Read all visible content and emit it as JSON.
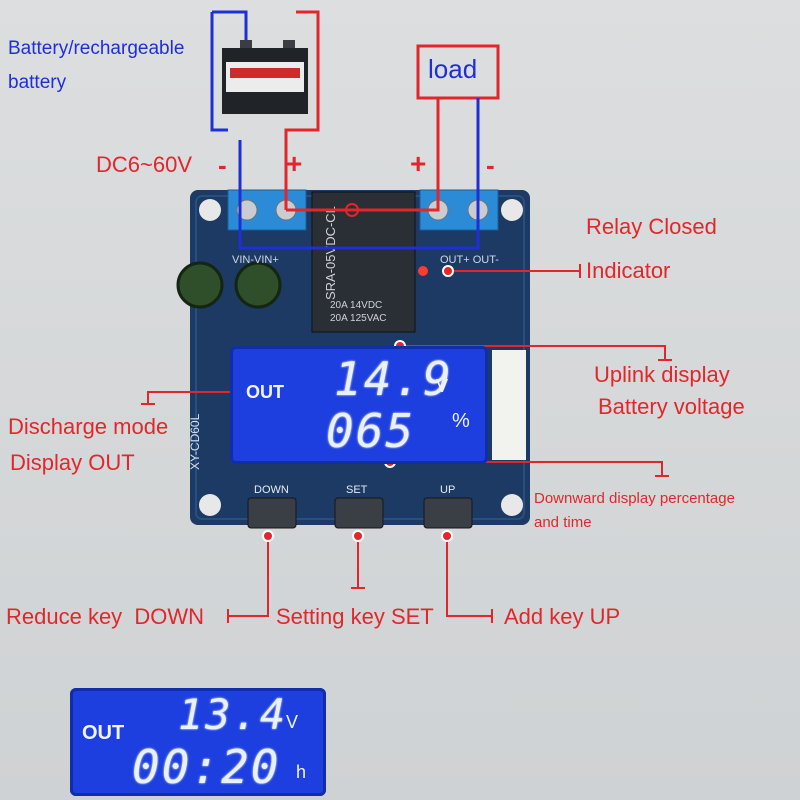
{
  "source": {
    "label_line1": "Battery/rechargeable",
    "label_line2": "battery",
    "voltage_range": "DC6~60V",
    "minus": "-",
    "plus": "+"
  },
  "load": {
    "label": "load",
    "plus": "+",
    "minus": "-"
  },
  "board": {
    "model": "XY-CD60L",
    "terminal_in": "VIN-VIN+",
    "terminal_out": "OUT+ OUT-",
    "relay_text": "SRA-05VDC-CL",
    "relay_rating1": "20A 14VDC",
    "relay_rating2": "20A 125VAC",
    "btn_down": "DOWN",
    "btn_set": "SET",
    "btn_up": "UP"
  },
  "main_display": {
    "mode": "OUT",
    "voltage": "14.9",
    "voltage_unit": "V",
    "percent": "065",
    "percent_unit": "%"
  },
  "callouts": {
    "relay_line1": "Relay Closed",
    "relay_line2": "Indicator",
    "uplink_line1": "Uplink display",
    "uplink_line2": "Battery voltage",
    "discharge_line1": "Discharge mode",
    "discharge_line2": "Display OUT",
    "downward_line1": "Downward display percentage",
    "downward_line2": "and time",
    "reduce": "Reduce key  DOWN",
    "setting": "Setting key SET",
    "add": "Add key UP"
  },
  "second_display": {
    "mode": "OUT",
    "voltage": "13.4",
    "voltage_unit": "V",
    "time": "00:20",
    "time_unit": "h"
  },
  "colors": {
    "red": "#e3262b",
    "blue": "#1f2fd6",
    "pcb": "#1c3a63",
    "lcd": "#1d3fe0"
  }
}
